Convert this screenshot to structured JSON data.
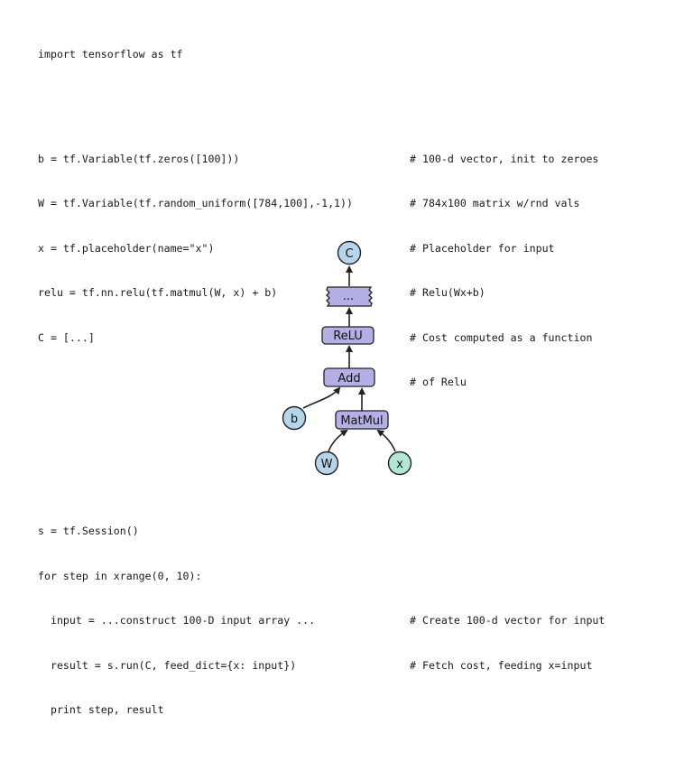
{
  "code": {
    "import_line": "import tensorflow as tf",
    "block1": [
      {
        "code": "b = tf.Variable(tf.zeros([100]))",
        "comment": "# 100-d vector, init to zeroes"
      },
      {
        "code": "W = tf.Variable(tf.random_uniform([784,100],-1,1))",
        "comment": "# 784x100 matrix w/rnd vals"
      },
      {
        "code": "x = tf.placeholder(name=\"x\")",
        "comment": "# Placeholder for input"
      },
      {
        "code": "relu = tf.nn.relu(tf.matmul(W, x) + b)",
        "comment": "# Relu(Wx+b)"
      },
      {
        "code": "C = [...]",
        "comment": "# Cost computed as a function"
      },
      {
        "code": "",
        "comment": "# of Relu"
      }
    ],
    "block2": [
      {
        "code": "s = tf.Session()",
        "comment": ""
      },
      {
        "code": "for step in xrange(0, 10):",
        "comment": ""
      },
      {
        "code": "  input = ...construct 100-D input array ...",
        "comment": "# Create 100-d vector for input"
      },
      {
        "code": "  result = s.run(C, feed_dict={x: input})",
        "comment": "# Fetch cost, feeding x=input"
      },
      {
        "code": "  print step, result",
        "comment": ""
      }
    ]
  },
  "graph": {
    "nodes": {
      "c": "C",
      "ellipsis": "...",
      "relu": "ReLU",
      "add": "Add",
      "b": "b",
      "matmul": "MatMul",
      "w": "W",
      "x": "x"
    },
    "colors": {
      "op_fill": "#b4b0e6",
      "var_fill": "#b6d4ea",
      "input_fill": "#b4e6d8",
      "c_fill": "#b6d4ea",
      "stroke": "#222222"
    }
  }
}
